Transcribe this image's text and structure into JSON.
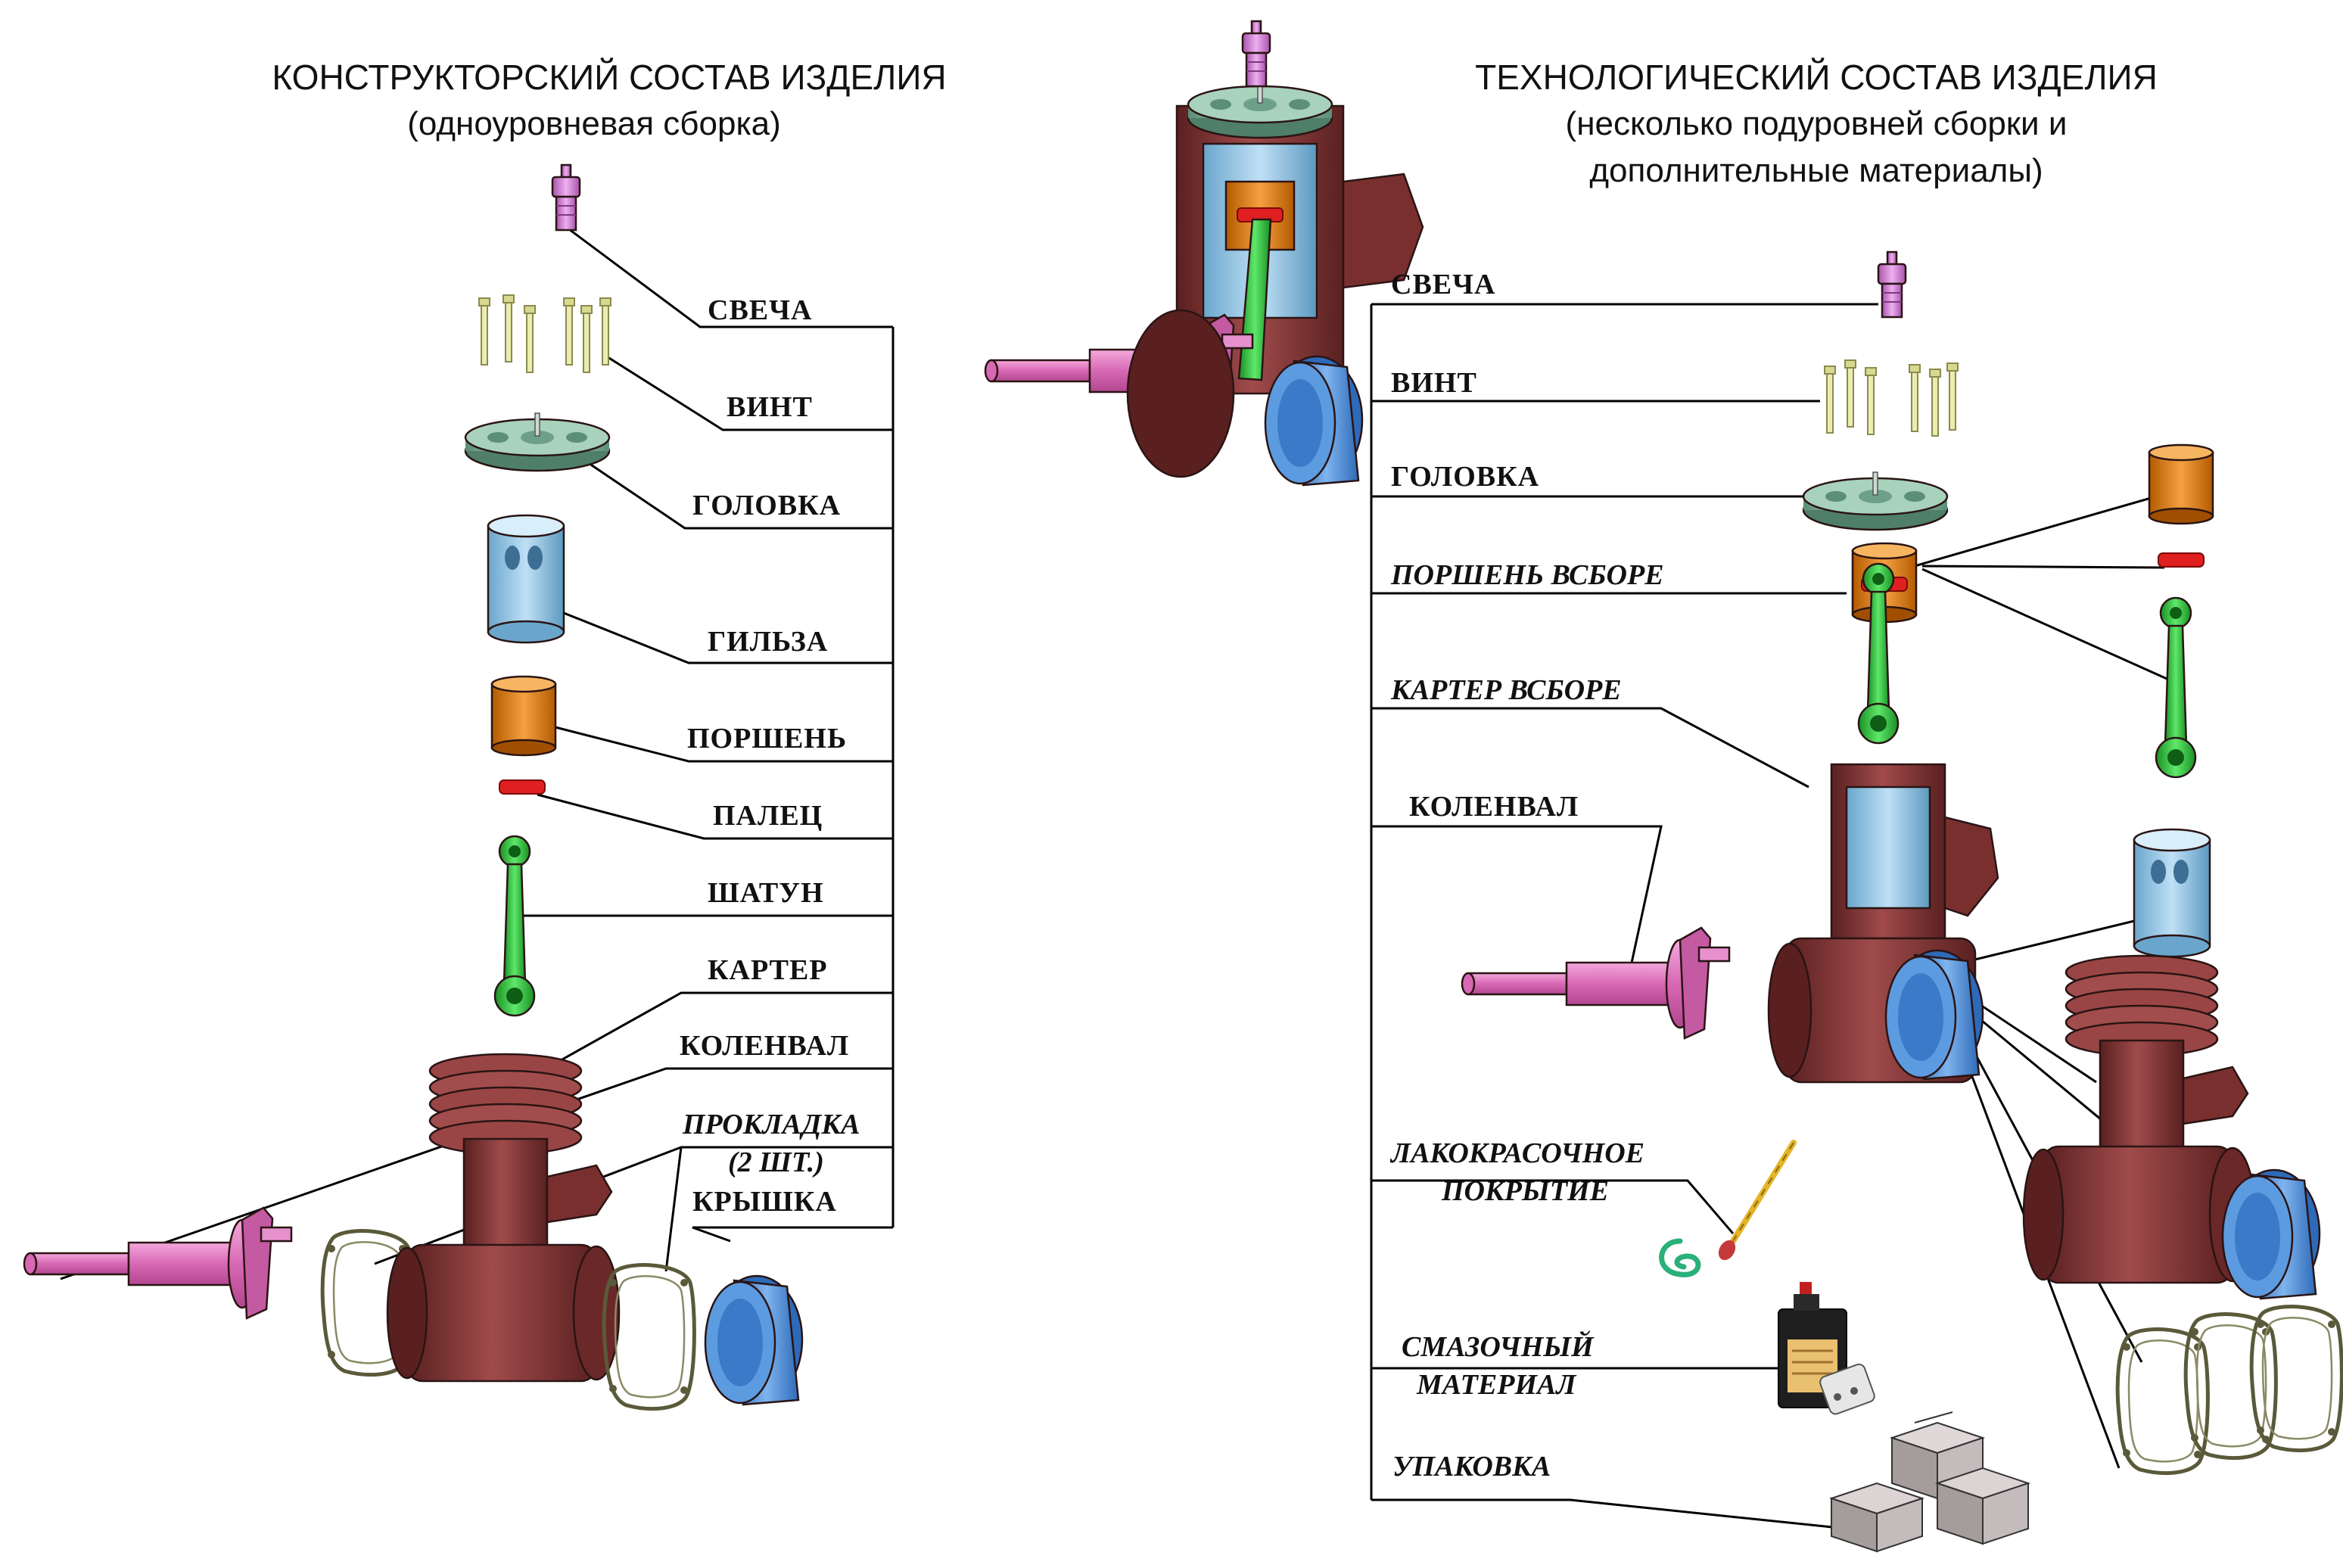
{
  "left": {
    "title": "КОНСТРУКТОРСКИЙ СОСТАВ ИЗДЕЛИЯ",
    "subtitle": "(одноуровневая сборка)",
    "labels": {
      "svecha": "СВЕЧА",
      "vint": "ВИНТ",
      "golovka": "ГОЛОВКА",
      "gilza": "ГИЛЬЗА",
      "porshen": "ПОРШЕНЬ",
      "palets": "ПАЛЕЦ",
      "shatun": "ШАТУН",
      "karter": "КАРТЕР",
      "kolenval": "КОЛЕНВАЛ",
      "prokladka": "ПРОКЛАДКА",
      "prokladka_qty": "(2 ШТ.)",
      "kryshka": "КРЫШКА"
    }
  },
  "right": {
    "title": "ТЕХНОЛОГИЧЕСКИЙ СОСТАВ ИЗДЕЛИЯ",
    "subtitle_1": "(несколько подуровней сборки и",
    "subtitle_2": "дополнительные материалы)",
    "labels": {
      "svecha": "СВЕЧА",
      "vint": "ВИНТ",
      "golovka": "ГОЛОВКА",
      "porshen_vsbore": "ПОРШЕНЬ ВСБОРЕ",
      "karter_vsbore": "КАРТЕР ВСБОРЕ",
      "kolenval": "КОЛЕНВАЛ",
      "lkp_1": "ЛАКОКРАСОЧНОЕ",
      "lkp_2": "ПОКРЫТИЕ",
      "smazka_1": "СМАЗОЧНЫЙ",
      "smazka_2": "МАТЕРИАЛ",
      "upakovka": "УПАКОВКА"
    }
  },
  "colors": {
    "spark_plug": "#d78ad8",
    "screw": "#e6e6a0",
    "head": "#8fbfa6",
    "sleeve": "#8ec3e6",
    "piston": "#e07a10",
    "pin": "#e02020",
    "rod": "#2ec83a",
    "crankcase": "#8a3a3a",
    "crankshaft": "#e37fc3",
    "gasket": "#6b6b4a",
    "cover": "#4a8fdc",
    "box": "#b8b0b0"
  },
  "icons": [
    "spark-plug-icon",
    "screw-icon",
    "cylinder-head-icon",
    "sleeve-icon",
    "piston-icon",
    "pin-icon",
    "connecting-rod-icon",
    "crankcase-icon",
    "crankshaft-icon",
    "gasket-icon",
    "cover-icon",
    "paint-brush-icon",
    "oil-can-icon",
    "package-boxes-icon"
  ]
}
